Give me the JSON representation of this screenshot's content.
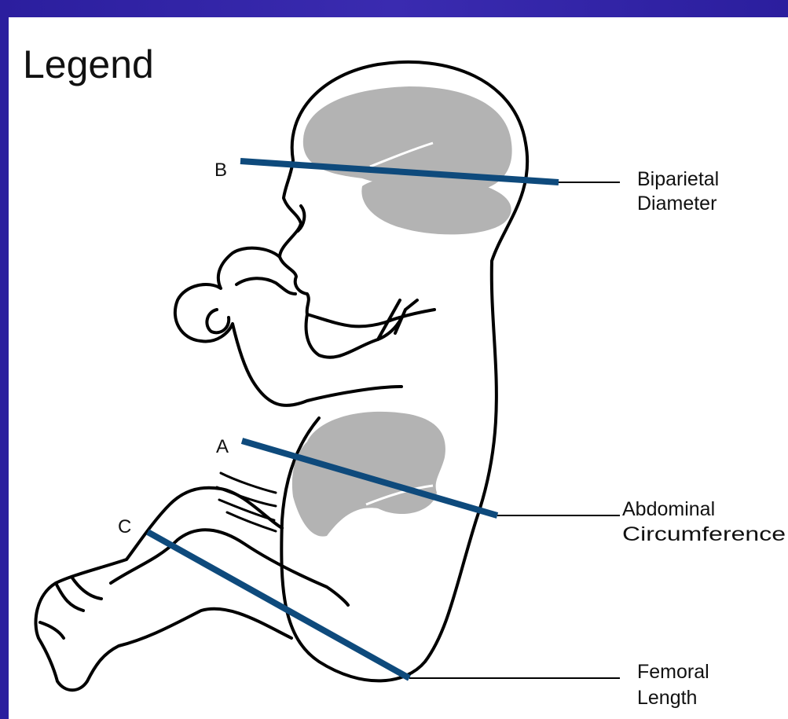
{
  "title": "Legend",
  "measurements": [
    {
      "letter": "B",
      "label_line1": "Biparietal",
      "label_line2": "Diameter"
    },
    {
      "letter": "A",
      "label_line1": "Abdominal",
      "label_line2": "Circumference"
    },
    {
      "letter": "C",
      "label_line1": "Femoral",
      "label_line2": "Length"
    }
  ],
  "colors": {
    "frame": "#2b1e9e",
    "panel": "#ffffff",
    "measure_line": "#0e4a7c",
    "organ_fill": "#b3b3b3",
    "outline": "#000000"
  }
}
